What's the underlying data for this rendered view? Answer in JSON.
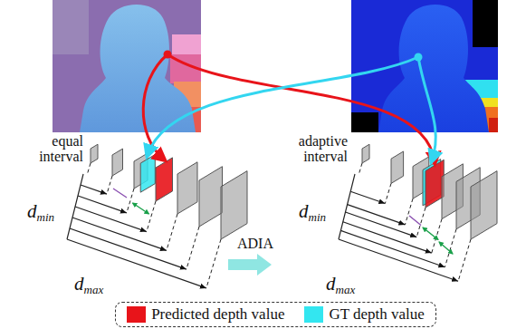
{
  "diagram": {
    "labels": [
      "equal interval",
      "d",
      "min",
      "d",
      "max",
      "ADIA",
      "adaptive interval",
      "d",
      "min",
      "d",
      "max"
    ],
    "legend": [
      {
        "text": "Predicted depth value",
        "color": "#e8141a"
      },
      {
        "text": "GT depth value",
        "color": "#33e6f0"
      }
    ]
  }
}
